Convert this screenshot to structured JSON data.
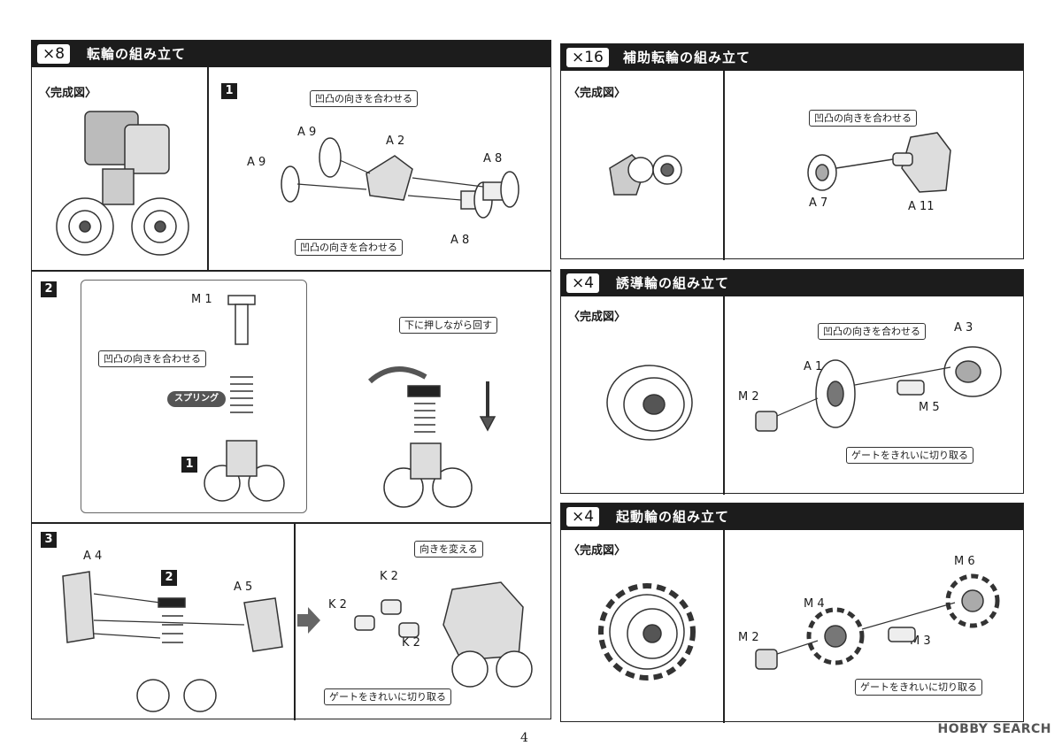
{
  "page_number": "4",
  "watermark": "HOBBY SEARCH",
  "common": {
    "done_label": "〈完成図〉",
    "align_label": "凹凸の向きを合わせる",
    "gate_label": "ゲートをきれいに切り取る",
    "step1": "①",
    "step2": "②"
  },
  "rotating_wheel": {
    "multiplier": "×8",
    "title": "転輪の組み立て",
    "step1": {
      "num": "1",
      "parts": [
        "A 9",
        "A 9",
        "A 2",
        "A 8",
        "A 8"
      ]
    },
    "step2": {
      "num": "2",
      "part": "M 1",
      "spring": "スプリング",
      "push_turn": "下に押しながら回す",
      "sub_num": "1"
    },
    "step3": {
      "num": "3",
      "parts": [
        "A 4",
        "A 5",
        "K 2",
        "K 2",
        "K 2"
      ],
      "sub_num": "2",
      "change_direction": "向きを変える"
    }
  },
  "aux_wheel": {
    "multiplier": "×16",
    "title": "補助転輪の組み立て",
    "parts": [
      "A 7",
      "A 11"
    ]
  },
  "idler_wheel": {
    "multiplier": "×4",
    "title": "誘導輪の組み立て",
    "parts": [
      "A 3",
      "A 1",
      "M 2",
      "M 5"
    ]
  },
  "drive_wheel": {
    "multiplier": "×4",
    "title": "起動輪の組み立て",
    "parts": [
      "M 6",
      "M 4",
      "M 2",
      "M 3"
    ]
  },
  "colors": {
    "header_bg": "#1c1c1c",
    "text": "#1a1a1a",
    "part_gray": "#777777"
  }
}
